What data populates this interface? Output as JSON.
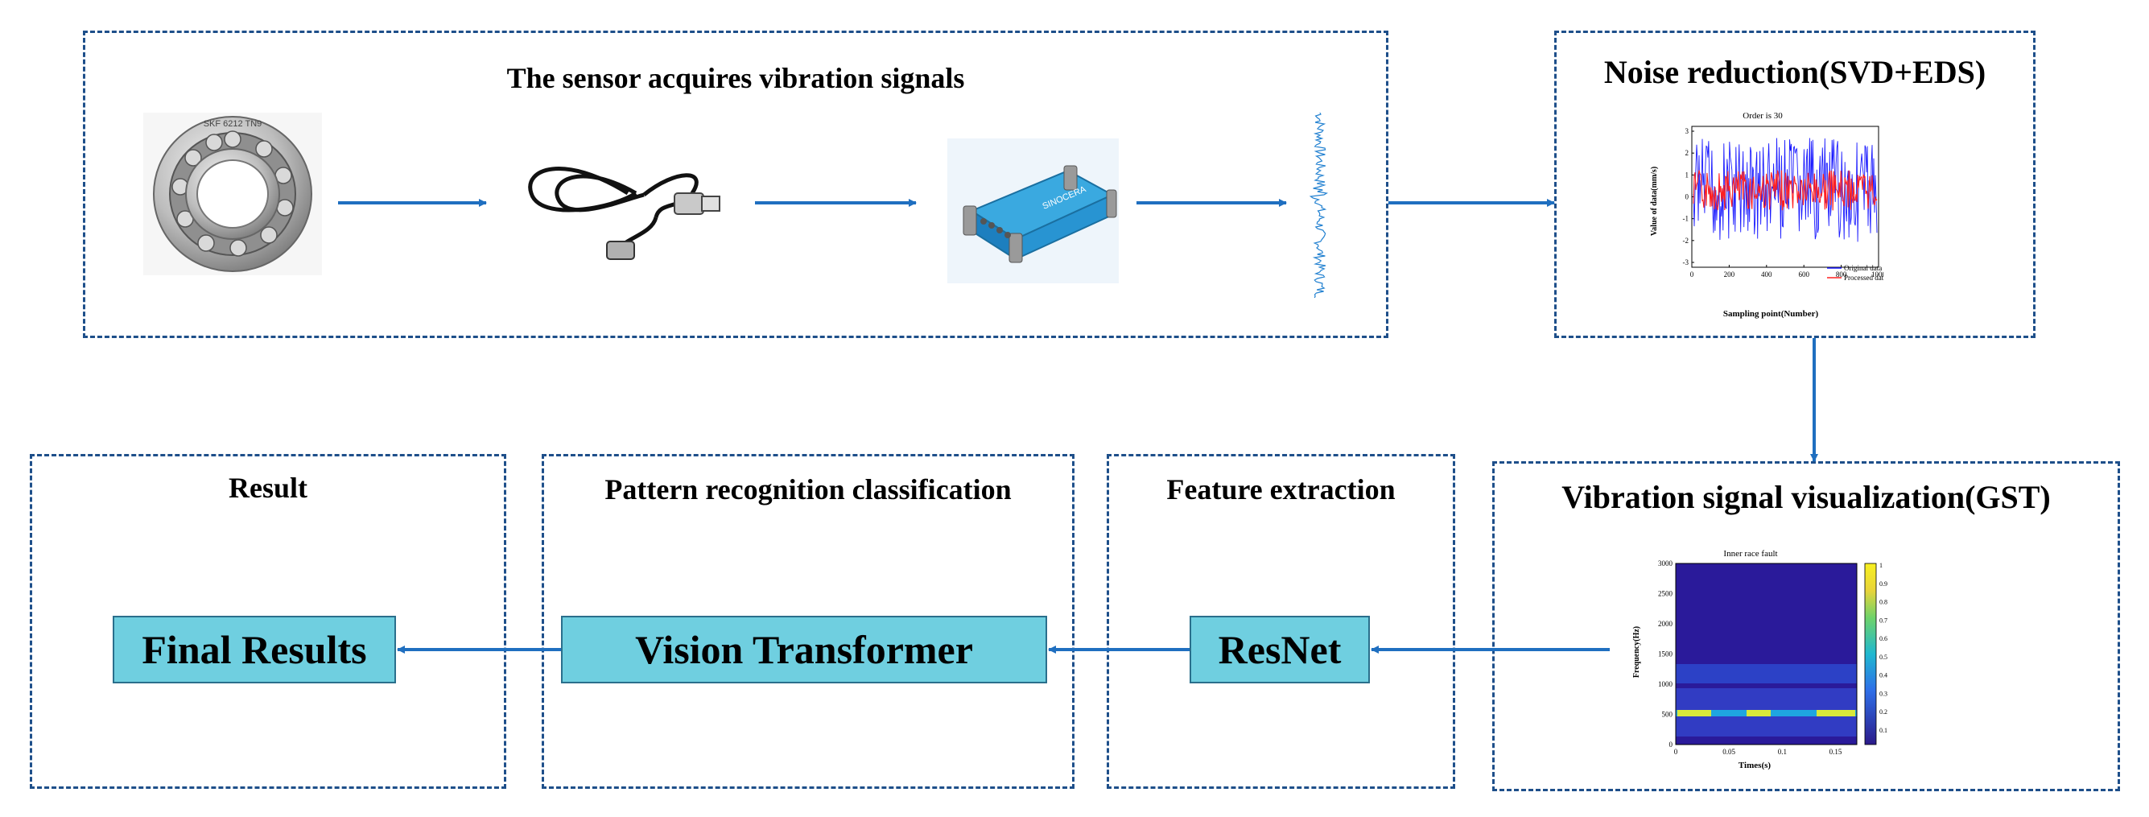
{
  "panels": {
    "acquire": "The sensor acquires vibration signals",
    "noise": "Noise reduction(SVD+EDS)",
    "visual": "Vibration signal visualization(GST)",
    "feature": "Feature extraction",
    "pattern": "Pattern recognition classification",
    "result": "Result"
  },
  "boxes": {
    "resnet": "ResNet",
    "vit": "Vision Transformer",
    "final": "Final Results"
  },
  "bearing_text": "SKF 6212 TN9",
  "daq_label": "SINOCERA",
  "noise_plot": {
    "title": "Order is 30",
    "ylabel": "Value of data(mm/s)",
    "xlabel": "Sampling point(Number)",
    "xticks": [
      "0",
      "200",
      "400",
      "600",
      "800",
      "1000"
    ],
    "yticks": [
      "3",
      "2",
      "1",
      "0",
      "-1",
      "-2",
      "-3"
    ],
    "legend": [
      "Original data",
      "Processed data"
    ]
  },
  "gst_plot": {
    "title": "Inner race fault",
    "ylabel": "Frequency(Hz)",
    "xlabel": "Times(s)",
    "xticks": [
      "0",
      "0.05",
      "0.1",
      "0.15"
    ],
    "yticks": [
      "3000",
      "2500",
      "2000",
      "1500",
      "1000",
      "500",
      "0"
    ],
    "cbticks": [
      "1",
      "0.9",
      "0.8",
      "0.7",
      "0.6",
      "0.5",
      "0.4",
      "0.3",
      "0.2",
      "0.1"
    ]
  },
  "colors": {
    "panel_border": "#1e4f8a",
    "arrow": "#1f6fc0",
    "box_fill": "#6fcfe0",
    "original_line": "#1a1aff",
    "processed_line": "#ff2020"
  },
  "icons": [
    "bearing-image",
    "accelerometer-image",
    "daq-device-image",
    "signal-waveform-image"
  ]
}
